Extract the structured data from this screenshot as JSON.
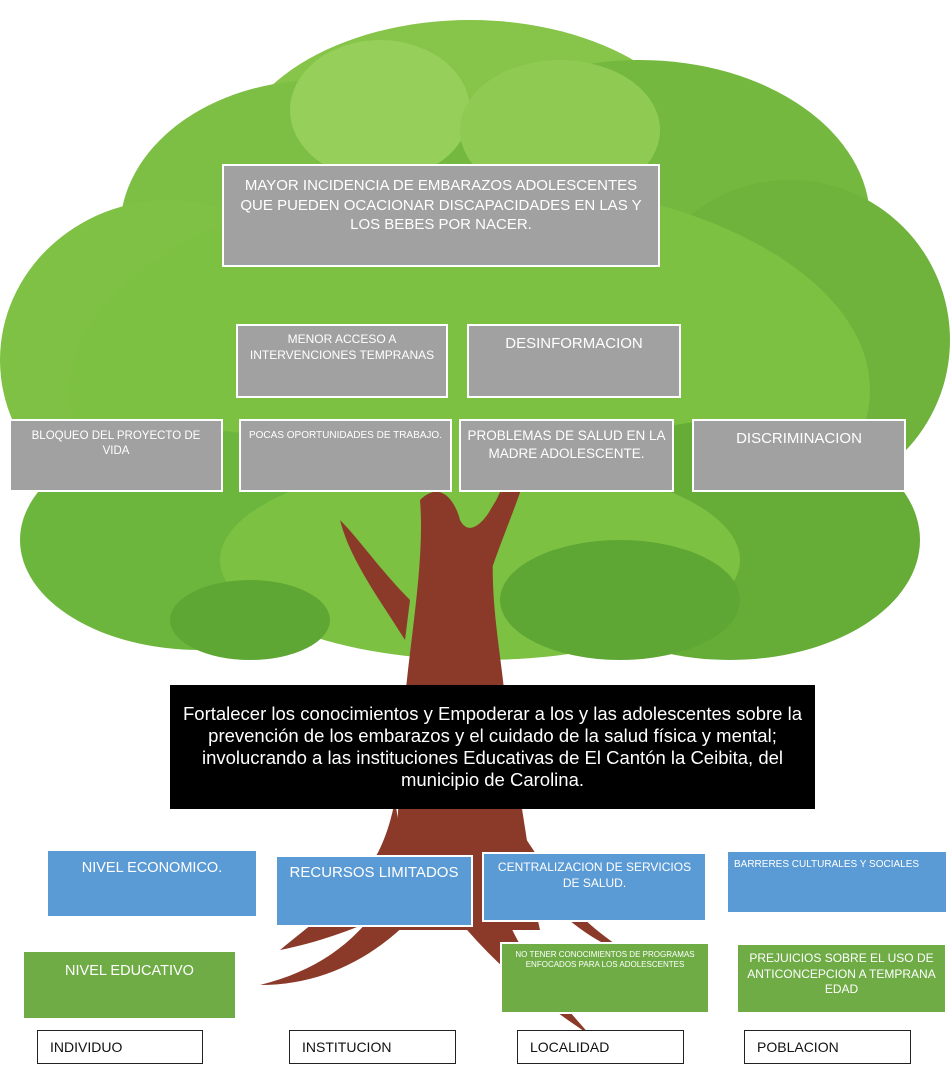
{
  "effects": {
    "main": "MAYOR INCIDENCIA DE EMBARAZOS ADOLESCENTES QUE PUEDEN OCACIONAR DISCAPACIDADES EN LAS Y LOS BEBES POR NACER.",
    "secondary_1": "MENOR ACCESO A INTERVENCIONES TEMPRANAS",
    "secondary_2": "DESINFORMACION",
    "tertiary_1": "BLOQUEO DEL PROYECTO DE VIDA",
    "tertiary_2": "POCAS OPORTUNIDADES DE TRABAJO.",
    "tertiary_3": "PROBLEMAS DE SALUD EN LA MADRE ADOLESCENTE.",
    "tertiary_4": "DISCRIMINACION"
  },
  "central_problem": "Fortalecer los conocimientos y Empoderar a los y las adolescentes sobre la prevención de los embarazos y el cuidado de la salud física y mental; involucrando a las instituciones Educativas de El Cantón la Ceibita, del municipio de Carolina.",
  "causes": {
    "individuo": [
      "NIVEL ECONOMICO.",
      "NIVEL EDUCATIVO"
    ],
    "institucion": [
      "RECURSOS LIMITADOS"
    ],
    "localidad": [
      "CENTRALIZACION DE SERVICIOS DE SALUD.",
      "NO TENER CONOCIMIENTOS DE PROGRAMAS ENFOCADOS PARA LOS ADOLESCENTES"
    ],
    "poblacion": [
      "BARRERES CULTURALES Y SOCIALES",
      "PREJUICIOS SOBRE EL USO DE ANTICONCEPCION A TEMPRANA EDAD"
    ]
  },
  "levels": [
    "INDIVIDUO",
    "INSTITUCION",
    "LOCALIDAD",
    "POBLACION"
  ],
  "colors": {
    "effect_box": "#a1a1a1",
    "cause_blue": "#5b9bd5",
    "cause_green": "#6fac46",
    "problem_box": "#000000",
    "foliage": "#7cc142",
    "trunk": "#8b3a2a"
  }
}
